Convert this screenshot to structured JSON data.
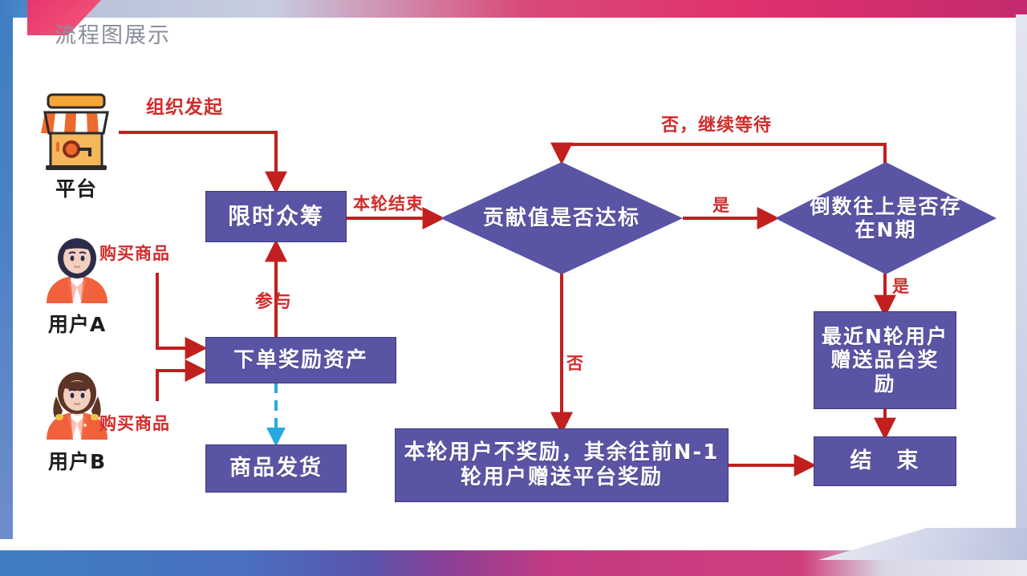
{
  "page": {
    "title": "流程图展示",
    "accent_red": "#d22b2b",
    "node_fill": "#5a54a4",
    "node_border": "#3e3a7a",
    "dashed_arrow_color": "#29a8e0",
    "title_color": "#8a8e9b"
  },
  "actors": [
    {
      "id": "platform",
      "label": "平台",
      "icon": "storefront-icon"
    },
    {
      "id": "user-a",
      "label": "用户A",
      "icon": "user-avatar-a-icon"
    },
    {
      "id": "user-b",
      "label": "用户B",
      "icon": "user-avatar-b-icon"
    }
  ],
  "nodes": [
    {
      "id": "crowdfunding",
      "label": "限时众筹",
      "shape": "rect"
    },
    {
      "id": "order-reward",
      "label": "下单奖励资产",
      "shape": "rect"
    },
    {
      "id": "shipping",
      "label": "商品发货",
      "shape": "rect"
    },
    {
      "id": "contribution-check",
      "label": "贡献值是否达标",
      "shape": "diamond"
    },
    {
      "id": "n-period-check",
      "label": "倒数往上是否存在N期",
      "shape": "diamond"
    },
    {
      "id": "recent-n-reward",
      "label": "最近N轮用户赠送品台奖励",
      "shape": "rect"
    },
    {
      "id": "no-reward-this-round",
      "label": "本轮用户不奖励，其余往前N-1轮用户赠送平台奖励",
      "shape": "rect"
    },
    {
      "id": "end",
      "label": "结　束",
      "shape": "rect"
    }
  ],
  "edge_labels": {
    "organize_launch": "组织发起",
    "buy_goods_a": "购买商品",
    "buy_goods_b": "购买商品",
    "participate": "参与",
    "round_end": "本轮结束",
    "yes_1": "是",
    "yes_2": "是",
    "no_1": "否",
    "no_continue_wait": "否，继续等待"
  },
  "chart_data": {
    "type": "diagram",
    "diagram_kind": "flowchart",
    "title": "流程图展示",
    "nodes": [
      {
        "id": "platform",
        "text": "平台",
        "kind": "actor"
      },
      {
        "id": "user-a",
        "text": "用户A",
        "kind": "actor"
      },
      {
        "id": "user-b",
        "text": "用户B",
        "kind": "actor"
      },
      {
        "id": "crowdfunding",
        "text": "限时众筹",
        "kind": "process"
      },
      {
        "id": "order-reward",
        "text": "下单奖励资产",
        "kind": "process"
      },
      {
        "id": "shipping",
        "text": "商品发货",
        "kind": "process"
      },
      {
        "id": "contribution-check",
        "text": "贡献值是否达标",
        "kind": "decision"
      },
      {
        "id": "n-period-check",
        "text": "倒数往上是否存在N期",
        "kind": "decision"
      },
      {
        "id": "recent-n-reward",
        "text": "最近N轮用户赠送品台奖励",
        "kind": "process"
      },
      {
        "id": "no-reward-this-round",
        "text": "本轮用户不奖励，其余往前N-1轮用户赠送平台奖励",
        "kind": "process"
      },
      {
        "id": "end",
        "text": "结　束",
        "kind": "terminator"
      }
    ],
    "edges": [
      {
        "from": "platform",
        "to": "crowdfunding",
        "label": "组织发起",
        "color": "#d22b2b"
      },
      {
        "from": "user-a",
        "to": "order-reward",
        "label": "购买商品",
        "color": "#d22b2b"
      },
      {
        "from": "user-b",
        "to": "order-reward",
        "label": "购买商品",
        "color": "#d22b2b"
      },
      {
        "from": "order-reward",
        "to": "crowdfunding",
        "label": "参与",
        "color": "#d22b2b"
      },
      {
        "from": "order-reward",
        "to": "shipping",
        "label": "",
        "color": "#29a8e0",
        "style": "dashed"
      },
      {
        "from": "crowdfunding",
        "to": "contribution-check",
        "label": "本轮结束",
        "color": "#d22b2b"
      },
      {
        "from": "contribution-check",
        "to": "n-period-check",
        "label": "是",
        "color": "#d22b2b"
      },
      {
        "from": "contribution-check",
        "to": "no-reward-this-round",
        "label": "否",
        "color": "#d22b2b"
      },
      {
        "from": "n-period-check",
        "to": "recent-n-reward",
        "label": "是",
        "color": "#d22b2b"
      },
      {
        "from": "n-period-check",
        "to": "crowdfunding",
        "label": "否，继续等待",
        "color": "#d22b2b"
      },
      {
        "from": "recent-n-reward",
        "to": "end",
        "label": "",
        "color": "#d22b2b"
      },
      {
        "from": "no-reward-this-round",
        "to": "end",
        "label": "",
        "color": "#d22b2b"
      }
    ]
  }
}
